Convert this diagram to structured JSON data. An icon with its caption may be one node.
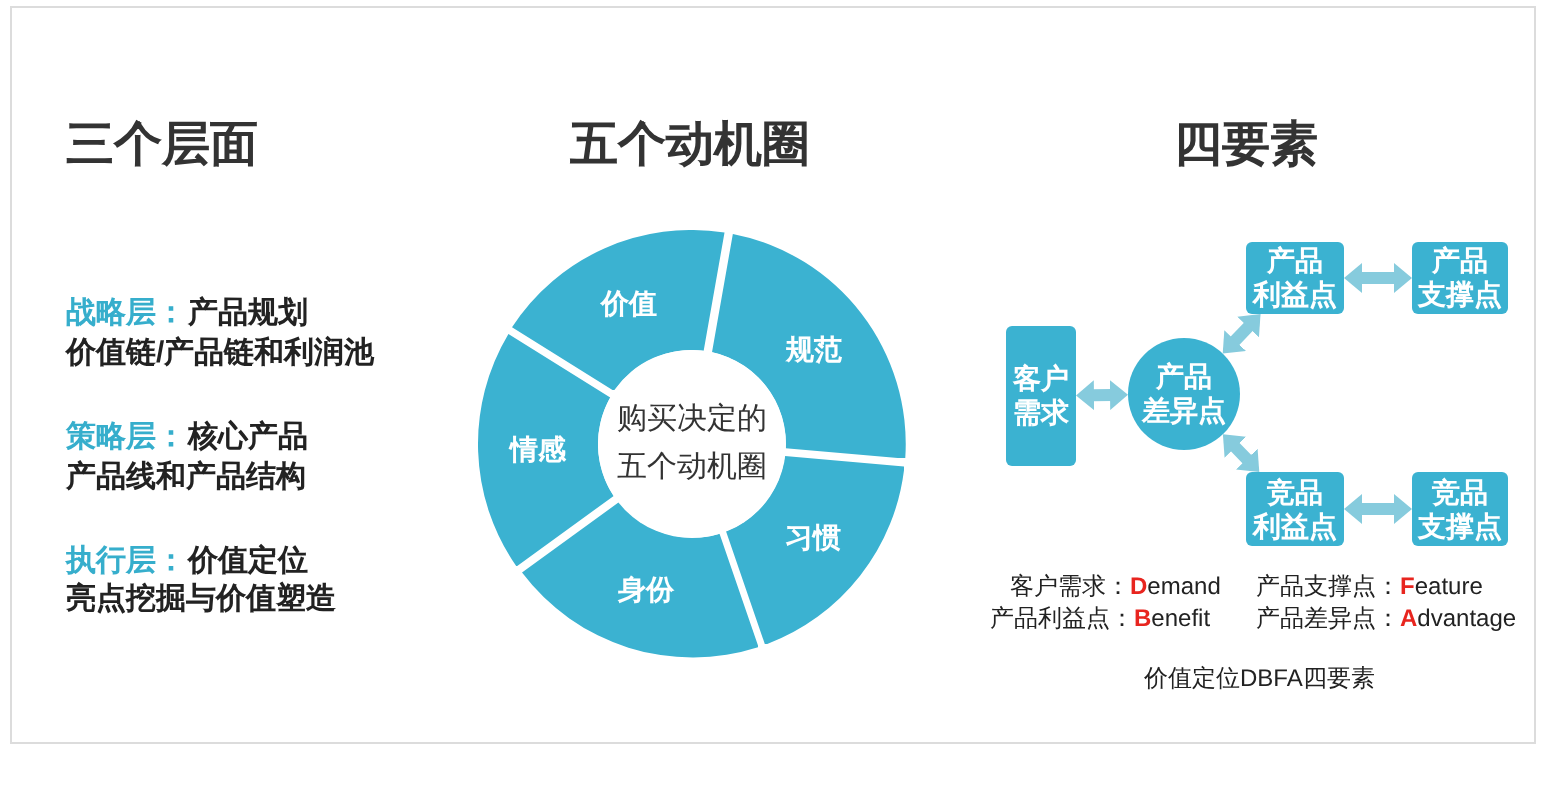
{
  "diagram": {
    "nodes": [
      {
        "text": [
          "价值"
        ]
      },
      {
        "text": [
          "规范"
        ]
      },
      {
        "text": [
          "习惯"
        ]
      },
      {
        "text": [
          "身份"
        ]
      },
      {
        "text": [
          "情感"
        ]
      },
      {
        "text": [
          "购买决定的五个动机圈"
        ]
      },
      {
        "text": [
          "产品利益点"
        ]
      },
      {
        "text": [
          "产品支撑点"
        ]
      },
      {
        "text": [
          "客户需求"
        ]
      },
      {
        "text": [
          "产品差异点"
        ]
      },
      {
        "text": [
          "竞品利益点"
        ]
      },
      {
        "text": [
          "竞品支撑点"
        ]
      }
    ],
    "edges": [
      {
        "from": 8,
        "to": 9,
        "arrow": "both"
      },
      {
        "from": 9,
        "to": 6,
        "arrow": "both"
      },
      {
        "from": 9,
        "to": 10,
        "arrow": "both"
      },
      {
        "from": 6,
        "to": 7,
        "arrow": "both"
      },
      {
        "from": 10,
        "to": 11,
        "arrow": "both"
      }
    ],
    "labels": [
      "三个层面",
      "五个动机圈",
      "四要素",
      "战略层：",
      "产品规划",
      "价值链/产品链和利润池",
      "策略层：",
      "核心产品",
      "产品线和产品结构",
      "执行层：",
      "价值定位",
      "亮点挖掘与价值塑造",
      "客户需求：**D**emand",
      "产品支撑点：**F**eature",
      "产品利益点：**B**enefit",
      "产品差异点：**A**dvantage",
      "价值定位DBFA四要素"
    ]
  }
}
